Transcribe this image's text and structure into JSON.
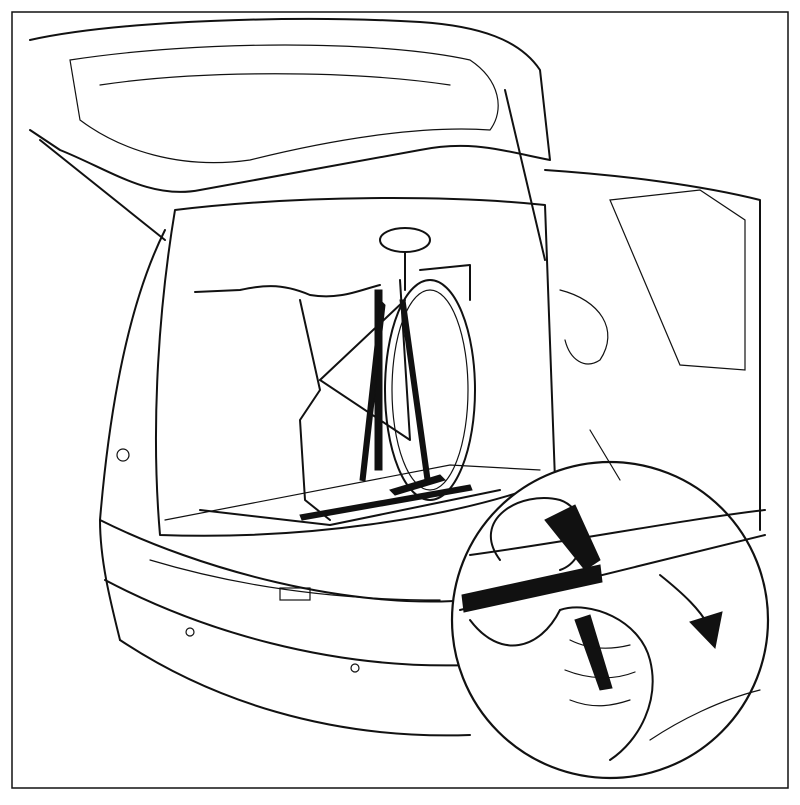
{
  "colors": {
    "line": "#111111",
    "background": "#ffffff"
  },
  "icons": [
    "bicycle-illustration",
    "car-trunk-illustration",
    "strap-detail-inset",
    "pull-direction-arrow-icon"
  ]
}
